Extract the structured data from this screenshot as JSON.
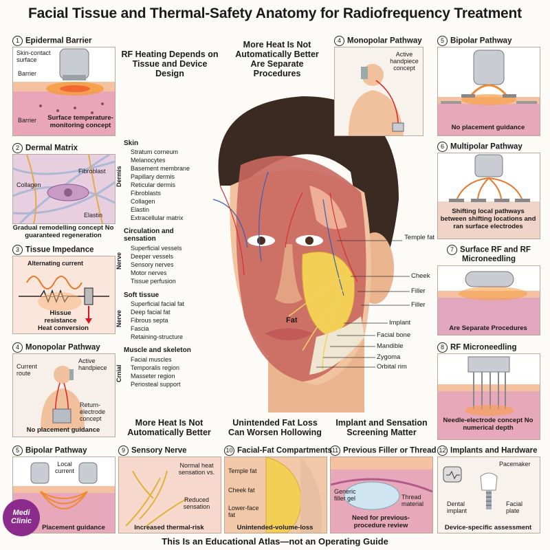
{
  "title": "Facial Tissue and Thermal-Safety Anatomy for Radiofrequency Treatment",
  "footer": "This Is an Educational Atlas—not an Operating Guide",
  "center_headers": {
    "rf_heating": "RF Heating Depends on Tissue and Device Design",
    "more_heat_top": "More Heat Is Not Automatically Better Are Separate Procedures",
    "more_heat_bottom": "More Heat Is Not Automatically Better",
    "fat_loss": "Unintended Fat Loss Can Worsen Hollowing",
    "implant_sensation": "Implant and Sensation Screening Matter"
  },
  "left_panels": [
    {
      "num": "1",
      "title": "Epidermal Barrier",
      "labels": [
        "Skin-contact surface",
        "Barrier",
        "Barrier"
      ],
      "caption": "Surface temperature-monitoring concept"
    },
    {
      "num": "2",
      "title": "Dermal Matrix",
      "labels": [
        "Fibroblast",
        "Collagen",
        "Elastin"
      ],
      "caption": "Gradual remodelling concept No guaranteed regeneration"
    },
    {
      "num": "3",
      "title": "Tissue Impedance",
      "labels": [
        "Alternating current",
        "Hissue resistance"
      ],
      "caption": "Heat conversion"
    },
    {
      "num": "4",
      "title": "Monopolar Pathway",
      "labels": [
        "Current route",
        "Active handpiece",
        "Return-electrode concept"
      ],
      "caption": "No placement guidance"
    }
  ],
  "right_panels": [
    {
      "num": "4",
      "title": "Monopolar Pathway",
      "labels": [
        "Active handpiece concept"
      ]
    },
    {
      "num": "5",
      "title": "Bipolar Pathway",
      "caption": "No placement guidance"
    },
    {
      "num": "6",
      "title": "Multipolar Pathway",
      "caption": "Shifting local pathways between shifting locations and ran surface electrodes"
    },
    {
      "num": "7",
      "title": "Surface RF and RF Microneedling",
      "caption": "Are Separate Procedures"
    },
    {
      "num": "8",
      "title": "RF Microneedling",
      "caption": "Needle-electrode concept No numerical depth"
    }
  ],
  "bottom_panels": [
    {
      "num": "5",
      "title": "Bipolar Pathway",
      "labels": [
        "Local current"
      ],
      "caption": "Placement guidance"
    },
    {
      "num": "9",
      "title": "Sensory Nerve",
      "labels": [
        "Normal heat sensation vs.",
        "Reduced sensation"
      ],
      "caption": "Increased thermal-risk"
    },
    {
      "num": "10",
      "title": "Facial-Fat Compartments",
      "labels": [
        "Temple fat",
        "Cheek fat",
        "Lower-face fat"
      ],
      "caption": "Unintended-volume-loss"
    },
    {
      "num": "11",
      "title": "Previous Filler or Thread",
      "labels": [
        "Generic filler gel",
        "Thread material"
      ],
      "caption": "Need for previous-procedure review"
    },
    {
      "num": "12",
      "title": "Implants and Hardware",
      "labels": [
        "Pacemaker",
        "Dental implant",
        "Facial plate"
      ],
      "caption": "Device-specific assessment"
    }
  ],
  "center_lists": {
    "skin": {
      "title": "Skin",
      "side": "Dermis",
      "items": [
        "Stratum corneum",
        "Melanocytes",
        "Basement membrane",
        "Papillary dermis",
        "Reticular dermis",
        "Fibroblasts",
        "Collagen",
        "Elastin",
        "Extracellular matrix"
      ]
    },
    "circulation": {
      "title": "Circulation and sensation",
      "side": "Nerve",
      "items": [
        "Superficial vessels",
        "Deeper vessels",
        "Sensory nerves",
        "Motor nerves",
        "Tissue perfusion"
      ]
    },
    "soft": {
      "title": "Soft tissue",
      "side": "Nerve",
      "items": [
        "Superficial facial fat",
        "Deep facial fat",
        "Fibrous septa",
        "Fascia",
        "Retaining-structure"
      ]
    },
    "muscle": {
      "title": "Muscle and skeleton",
      "side": "Crnial",
      "items": [
        "Facial muscles",
        "Temporalis region",
        "Masseter region",
        "Periosteal support"
      ]
    }
  },
  "face_labels": [
    "Temple fat",
    "Cheek",
    "Filler",
    "Filler",
    "Implant",
    "Facial bone",
    "Mandible",
    "Zygoma",
    "Orbital rim",
    "Fat"
  ],
  "logo": "Medi Clinic",
  "colors": {
    "skin": "#f2c9a8",
    "dermis": "#e8a2b5",
    "fat": "#f6d36b",
    "muscle": "#c9685f",
    "heat": "#f08a2c"
  }
}
